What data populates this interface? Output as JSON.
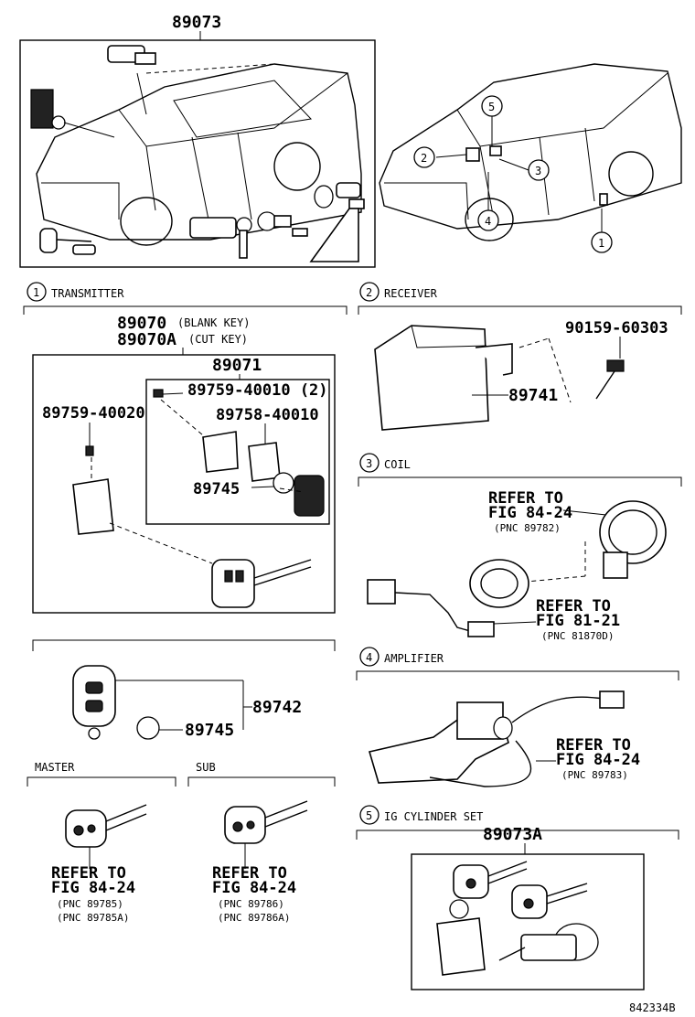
{
  "overview": {
    "part_number": "89073",
    "callouts": [
      "1",
      "2",
      "3",
      "4",
      "5"
    ]
  },
  "sections": {
    "transmitter": {
      "index": "1",
      "title": "TRANSMITTER",
      "part_blank": "89070",
      "part_blank_note": "(BLANK KEY)",
      "part_cut": "89070A",
      "part_cut_note": "(CUT KEY)",
      "case_part": "89071",
      "screw_part": "89759-40010 (2)",
      "gasket_part": "89758-40010",
      "battery_part": "89745",
      "side_screw_part": "89759-40020"
    },
    "remote": {
      "part": "89742",
      "battery_part": "89745"
    },
    "master": {
      "title": "MASTER",
      "refer": "REFER TO",
      "fig": "FIG 84-24",
      "pnc1": "(PNC 89785)",
      "pnc2": "(PNC 89785A)"
    },
    "sub": {
      "title": "SUB",
      "refer": "REFER TO",
      "fig": "FIG 84-24",
      "pnc1": "(PNC 89786)",
      "pnc2": "(PNC 89786A)"
    },
    "receiver": {
      "index": "2",
      "title": "RECEIVER",
      "bolt_part": "90159-60303",
      "part": "89741"
    },
    "coil": {
      "index": "3",
      "title": "COIL",
      "refer1": "REFER TO",
      "fig1": "FIG 84-24",
      "pnc1": "(PNC 89782)",
      "refer2": "REFER TO",
      "fig2": "FIG 81-21",
      "pnc2": "(PNC 81870D)"
    },
    "amplifier": {
      "index": "4",
      "title": "AMPLIFIER",
      "refer": "REFER TO",
      "fig": "FIG 84-24",
      "pnc": "(PNC 89783)"
    },
    "cylinder": {
      "index": "5",
      "title": "IG CYLINDER SET",
      "part": "89073A"
    }
  },
  "footer": {
    "code": "842334B"
  }
}
